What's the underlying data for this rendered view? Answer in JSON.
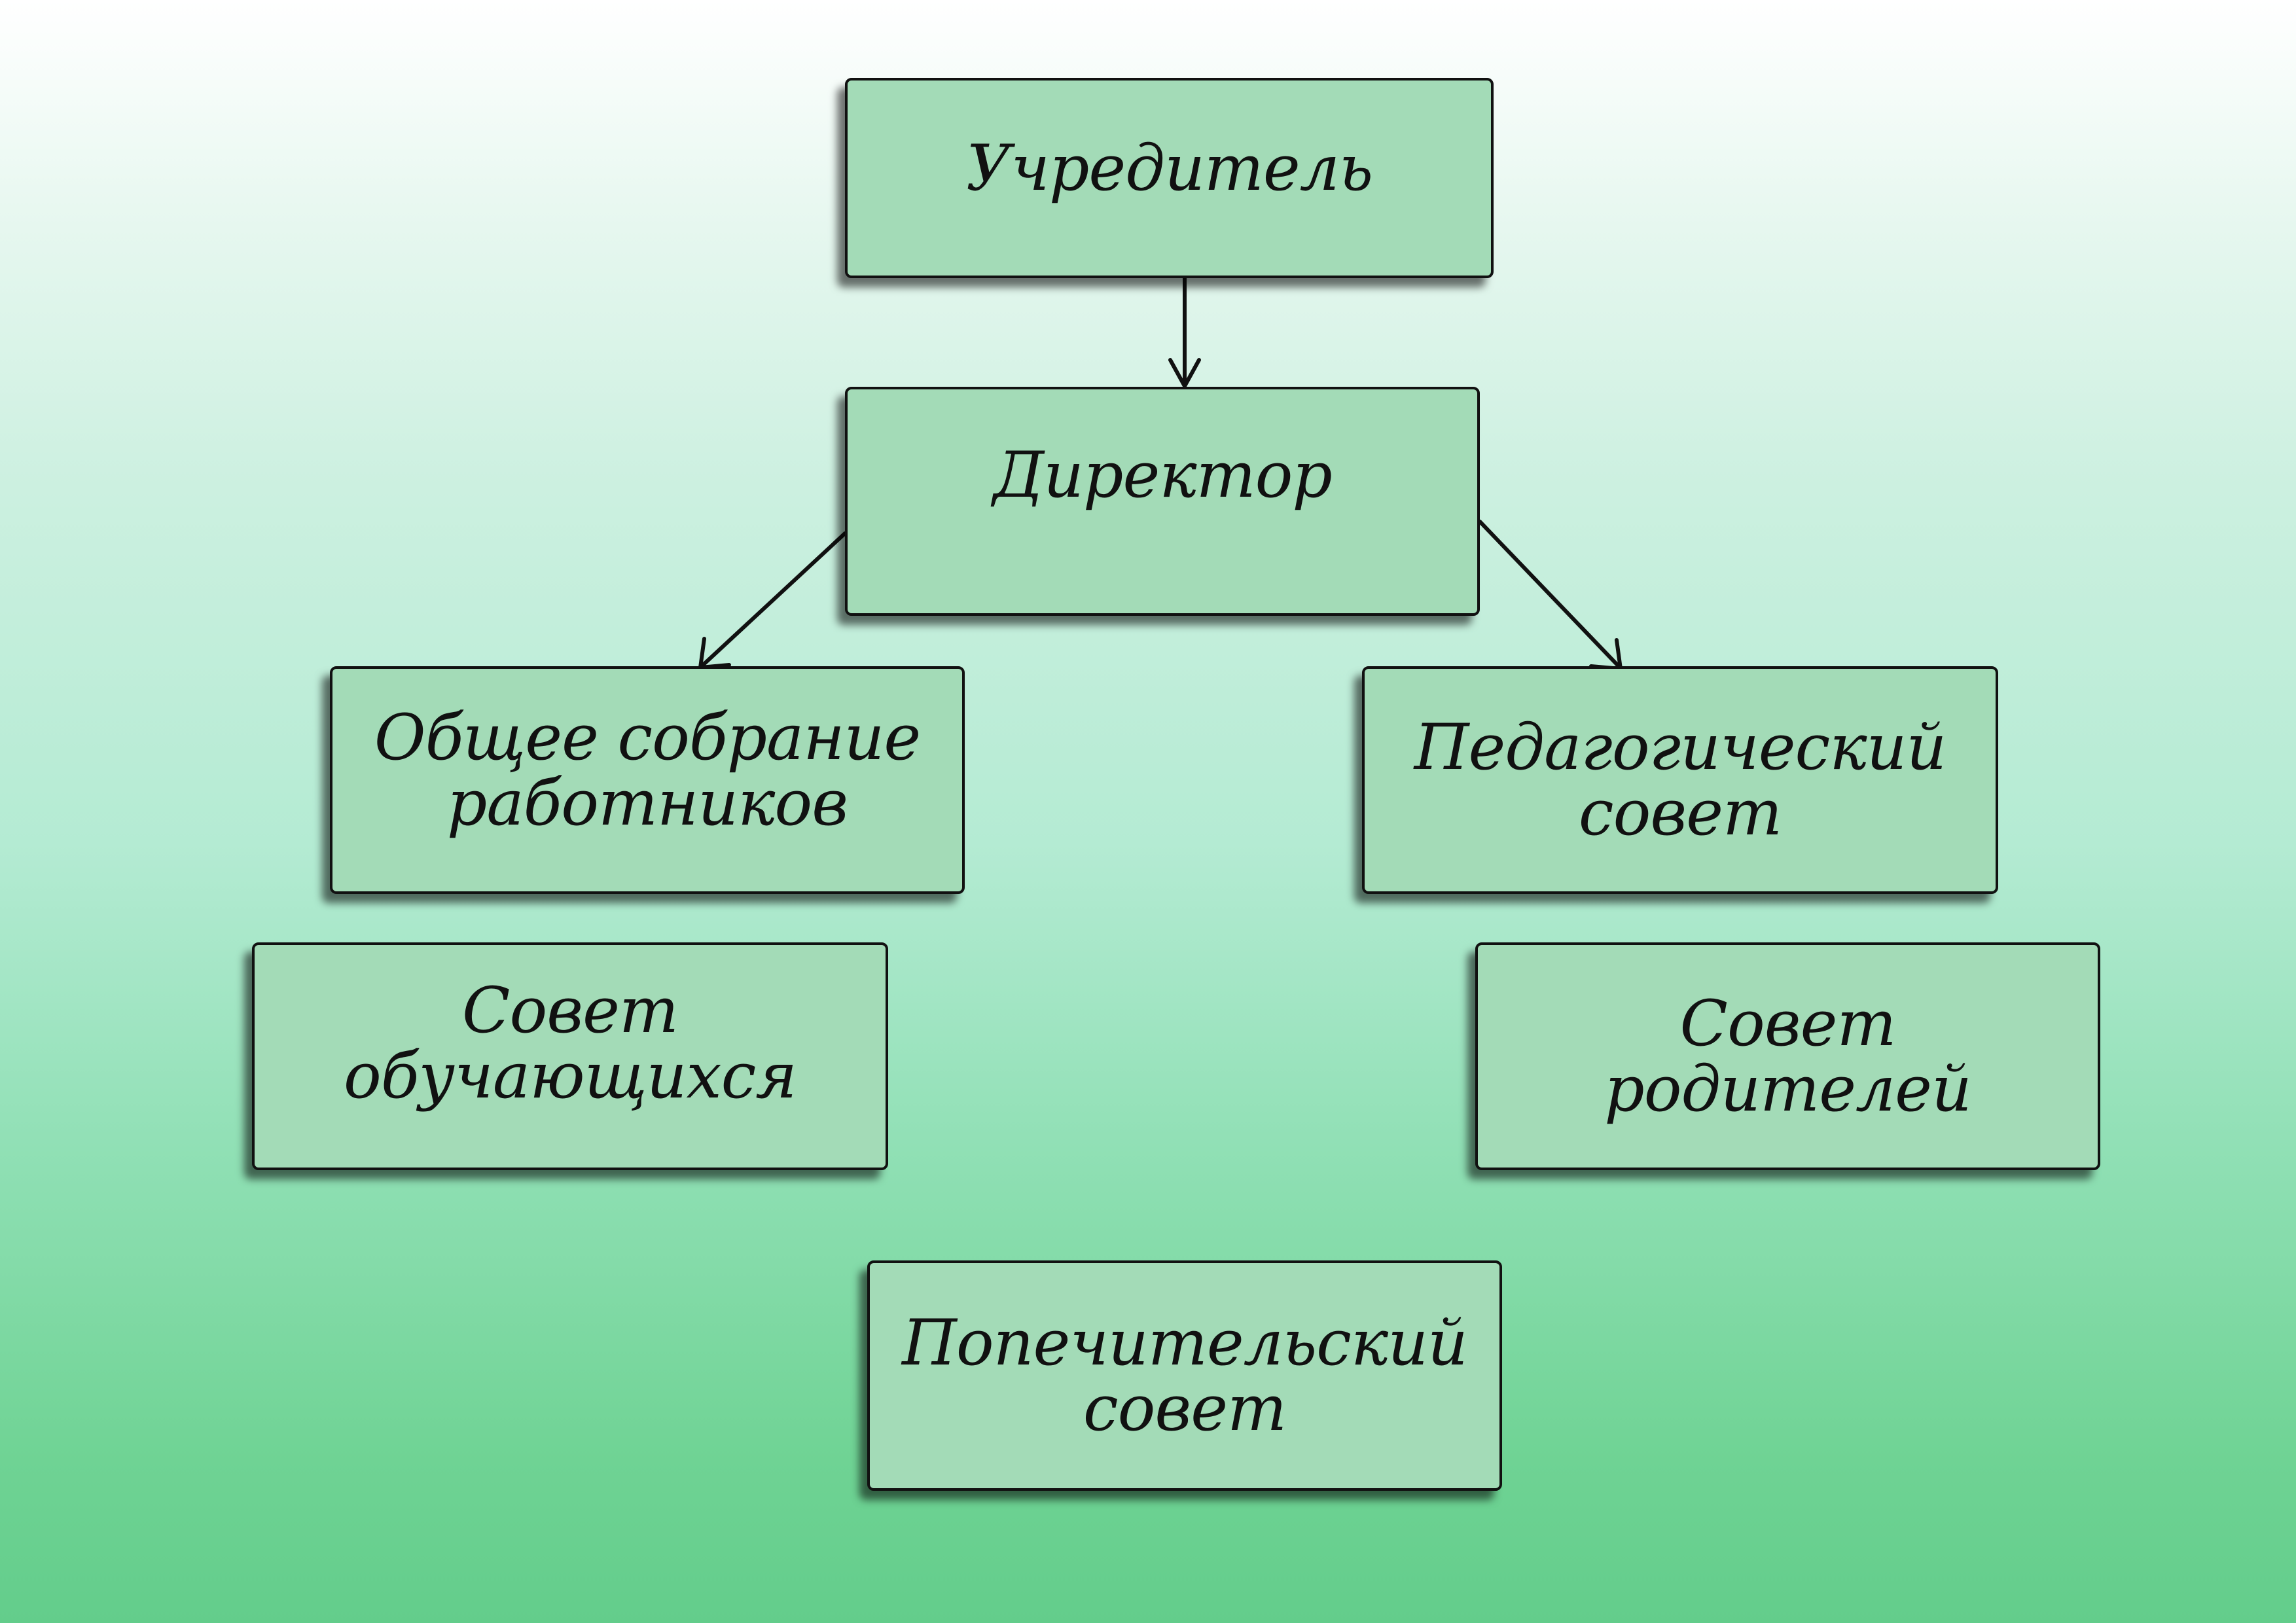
{
  "diagram": {
    "nodes": {
      "founder": {
        "label": "Учредитель"
      },
      "director": {
        "label": "Директор"
      },
      "general_assembly": {
        "label": "Общее собрание\nработников"
      },
      "pedagogical_council": {
        "label": "Педагогический\nсовет"
      },
      "student_council": {
        "label": "Совет\nобучающихся"
      },
      "parent_council": {
        "label": "Совет\nродителей"
      },
      "board_of_trustees": {
        "label": "Попечительский\nсовет"
      }
    },
    "edges": [
      {
        "from": "founder",
        "to": "director"
      },
      {
        "from": "director",
        "to": "general_assembly"
      },
      {
        "from": "director",
        "to": "pedagogical_council"
      }
    ],
    "colors": {
      "box_fill": "#a3dbb7",
      "box_border": "#111111",
      "background_top": "#ffffff",
      "background_bottom": "#63cd8b"
    }
  }
}
